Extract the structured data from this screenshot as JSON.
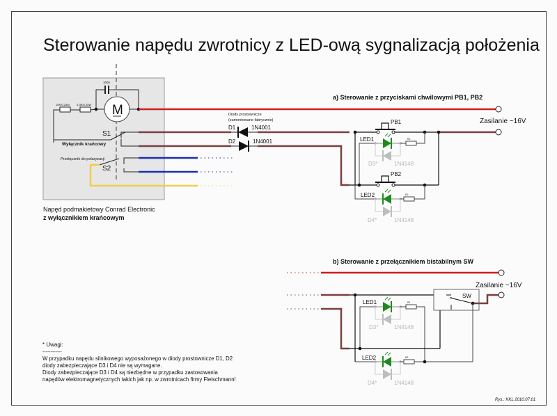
{
  "title": "Sterowanie napędu zwrotnicy z LED-ową sygnalizacją położenia",
  "colors": {
    "frame": "#444444",
    "motor_box": "#e6e6e6",
    "red_wire": "#d01c1c",
    "brown_wire": "#7a3f3f",
    "blue_wire": "#1c2fb0",
    "yellow_wire": "#f2cc4a",
    "led_green": "#1e8a1e",
    "protect_diode_gray": "#bdbdbd",
    "black": "#111111"
  },
  "motor": {
    "symbol": "M",
    "capacitor_label": "100n",
    "resistor1_label": "15R/0,25W",
    "resistor2_label": "4,3R/0,25W",
    "s1_label": "S1",
    "s1_caption": "Wyłącznik krańcowy",
    "s2_label": "S2",
    "s2_caption": "Przełącznik do polaryzacji",
    "caption_line1": "Napęd podmakietowy Conrad Electronic",
    "caption_line2": "z wyłącznikiem krańcowym"
  },
  "rectifier": {
    "caption_line1": "Diody prostownicze",
    "caption_line2": "(zamontowane fabrycznie)",
    "d1_label": "D1",
    "d1_part": "1N4001",
    "d2_label": "D2",
    "d2_part": "1N4001"
  },
  "section_a": {
    "heading": "a)  Sterowanie z przyciskami chwilowymi PB1, PB2",
    "supply_label": "Zasilanie ~16V",
    "pb1_label": "PB1",
    "pb2_label": "PB2",
    "led1_label": "LED1",
    "led2_label": "LED2",
    "d3_label": "D3*",
    "d4_label": "D4*",
    "d3_part": "1N4148",
    "d4_part": "1N4148",
    "r1_label": "R1",
    "r2_label": "R2"
  },
  "section_b": {
    "heading": "b) Sterowanie z przełącznikiem bistabilnym SW",
    "supply_label": "Zasilanie ~16V",
    "sw_label": "SW",
    "led1_label": "LED1",
    "led2_label": "LED2",
    "d3_label": "D3*",
    "d4_label": "D4*",
    "d3_part": "1N4148",
    "d4_part": "1N4148",
    "r1_label": "R1",
    "r2_label": "R2"
  },
  "notes": {
    "heading": "* Uwagi:",
    "separator": "------------",
    "lines": [
      "W przypadku napędu silnikowego wyposażonego w diody prostownicze D1, D2",
      "diody zabezpieczające D3 i D4 nie są wymagane.",
      "Diody zabezpieczające D3 i D4 są niezbędne w przypadku zastosowania",
      "napędów elektromagnetycznych takich jak np. w zwrotnicach firmy Fleischmann!"
    ]
  },
  "footer": {
    "credit": "Rys.: KKL  2010.07.01"
  }
}
